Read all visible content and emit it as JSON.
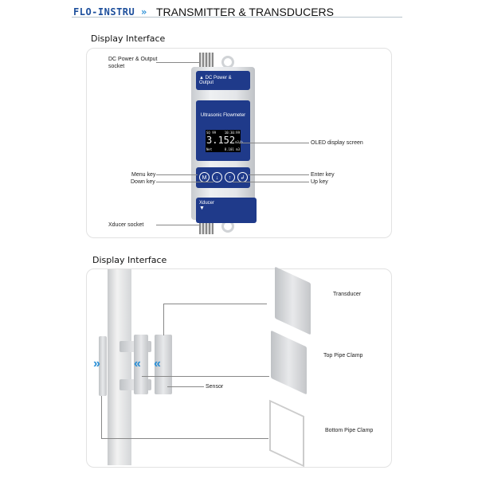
{
  "header": {
    "logo": "FLO-INSTRU",
    "logo_arrow": "»",
    "title": "TRANSMITTER & TRANSDUCERS"
  },
  "section1": {
    "title": "Display Interface",
    "labels": {
      "dc_socket": "DC Power & Output socket",
      "oled": "OLED display screen",
      "menu": "Menu key",
      "down": "Down key",
      "enter": "Enter key",
      "up": "Up key",
      "xducer_socket": "Xducer socket"
    },
    "device": {
      "top_panel": "▲ DC Power & Output",
      "screen_title": "Ultrasonic Flowmeter",
      "oled_line1_left": "SQ 99",
      "oled_line1_right": "10:30:99",
      "oled_value": "3.152",
      "oled_unit": "m3/h",
      "oled_line3_left": "Net",
      "oled_line3_right": "8.101 m3",
      "keys": [
        "M",
        "↓",
        "↑",
        "↲"
      ],
      "bottom_panel": "Xducer",
      "bottom_arrow": "▼"
    }
  },
  "section2": {
    "title": "Display Interface",
    "labels": {
      "transducer": "Transducer",
      "top_clamp": "Top Pipe Clamp",
      "sensor": "Sensor",
      "bottom_clamp": "Bottom Pipe Clamp"
    }
  },
  "colors": {
    "brand": "#1d4f9c",
    "panel": "#1f3a8a",
    "accent": "#2a8fd6"
  }
}
